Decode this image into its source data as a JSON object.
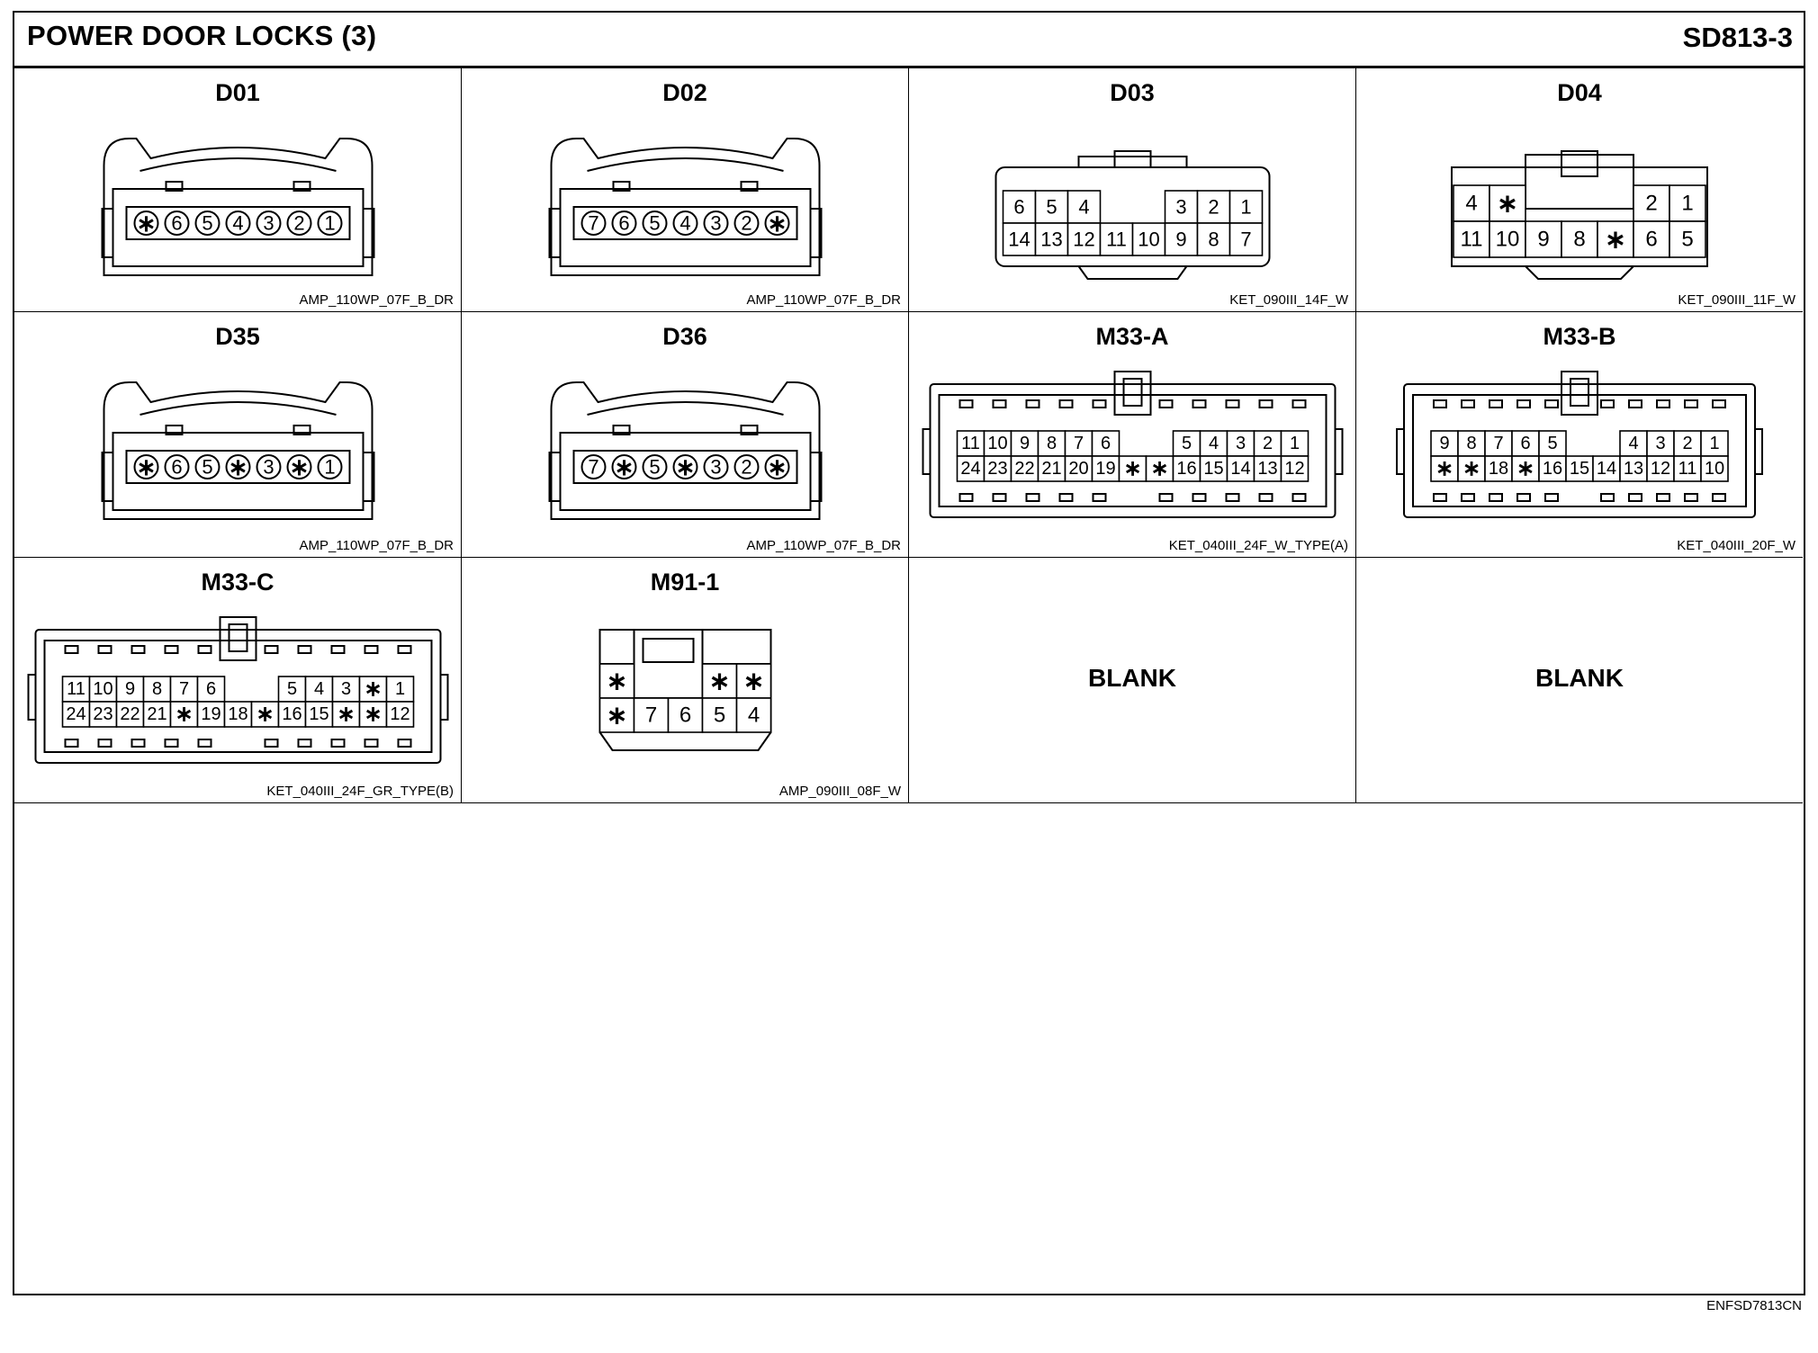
{
  "header": {
    "title": "POWER DOOR LOCKS (3)",
    "code": "SD813-3"
  },
  "connectors": [
    {
      "id": "D01",
      "part": "AMP_110WP_07F_B_DR",
      "pins": [
        "*",
        "6",
        "5",
        "4",
        "3",
        "2",
        "1"
      ]
    },
    {
      "id": "D02",
      "part": "AMP_110WP_07F_B_DR",
      "pins": [
        "7",
        "6",
        "5",
        "4",
        "3",
        "2",
        "*"
      ]
    },
    {
      "id": "D03",
      "part": "KET_090III_14F_W",
      "rows": [
        [
          "6",
          "5",
          "4",
          "",
          "",
          "3",
          "2",
          "1"
        ],
        [
          "14",
          "13",
          "12",
          "11",
          "10",
          "9",
          "8",
          "7"
        ]
      ]
    },
    {
      "id": "D04",
      "part": "KET_090III_11F_W",
      "rows": [
        [
          "4",
          "*",
          "",
          "",
          "",
          "2",
          "1"
        ],
        [
          "11",
          "10",
          "9",
          "8",
          "*",
          "6",
          "5"
        ]
      ]
    },
    {
      "id": "D35",
      "part": "AMP_110WP_07F_B_DR",
      "pins": [
        "*",
        "6",
        "5",
        "*",
        "3",
        "*",
        "1"
      ]
    },
    {
      "id": "D36",
      "part": "AMP_110WP_07F_B_DR",
      "pins": [
        "7",
        "*",
        "5",
        "*",
        "3",
        "2",
        "*"
      ]
    },
    {
      "id": "M33-A",
      "part": "KET_040III_24F_W_TYPE(A)",
      "rows": [
        [
          "11",
          "10",
          "9",
          "8",
          "7",
          "6",
          "",
          "",
          "5",
          "4",
          "3",
          "2",
          "1"
        ],
        [
          "24",
          "23",
          "22",
          "21",
          "20",
          "19",
          "*",
          "*",
          "16",
          "15",
          "14",
          "13",
          "12"
        ]
      ]
    },
    {
      "id": "M33-B",
      "part": "KET_040III_20F_W",
      "rows": [
        [
          "9",
          "8",
          "7",
          "6",
          "5",
          "",
          "",
          "4",
          "3",
          "2",
          "1"
        ],
        [
          "*",
          "*",
          "18",
          "*",
          "16",
          "15",
          "14",
          "13",
          "12",
          "11",
          "10"
        ]
      ]
    },
    {
      "id": "M33-C",
      "part": "KET_040III_24F_GR_TYPE(B)",
      "rows": [
        [
          "11",
          "10",
          "9",
          "8",
          "7",
          "6",
          "",
          "",
          "5",
          "4",
          "3",
          "*",
          "1"
        ],
        [
          "24",
          "23",
          "22",
          "21",
          "*",
          "19",
          "18",
          "*",
          "16",
          "15",
          "*",
          "*",
          "12"
        ]
      ]
    },
    {
      "id": "M91-1",
      "part": "AMP_090III_08F_W",
      "rows": [
        [
          "*",
          "",
          "",
          "*",
          "*"
        ],
        [
          "*",
          "7",
          "6",
          "5",
          "4"
        ]
      ]
    }
  ],
  "blank_label_1": "BLANK",
  "blank_label_2": "BLANK",
  "footer_code": "ENFSD7813CN"
}
